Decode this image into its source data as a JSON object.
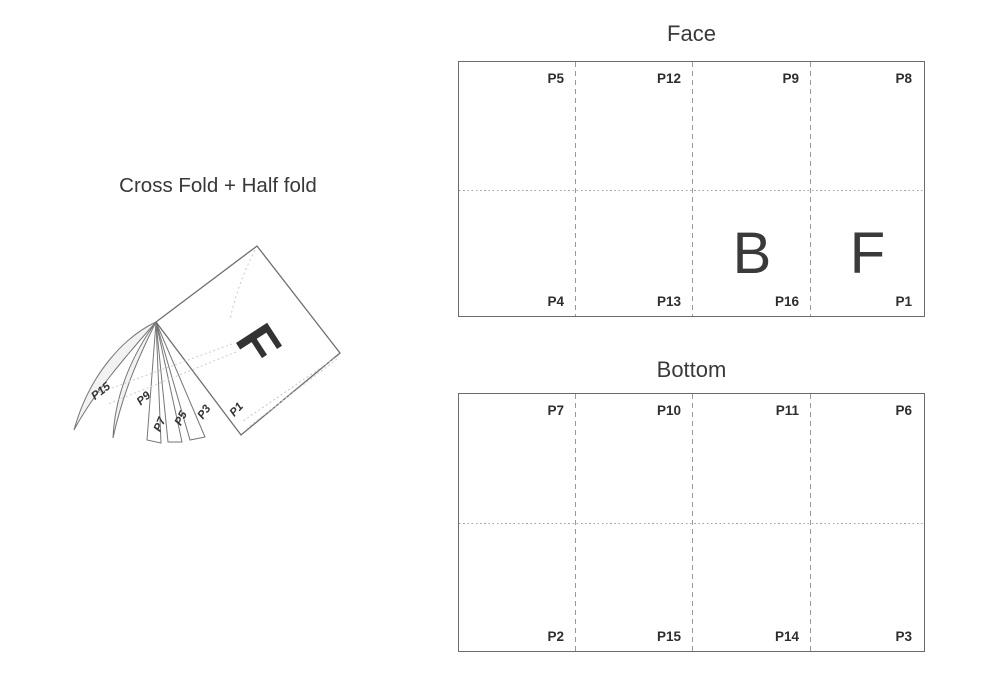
{
  "diagram": {
    "title": "Cross Fold + Half fold",
    "front_letter": "F",
    "leaf_labels": [
      "P15",
      "P9",
      "P7",
      "P5",
      "P3",
      "P1"
    ]
  },
  "face": {
    "title": "Face",
    "top_row": [
      "P5",
      "P12",
      "P9",
      "P8"
    ],
    "bottom_row": [
      "P4",
      "P13",
      "P16",
      "P1"
    ],
    "back_letter": "B",
    "front_letter": "F"
  },
  "bottom": {
    "title": "Bottom",
    "top_row": [
      "P7",
      "P10",
      "P11",
      "P6"
    ],
    "bottom_row": [
      "P2",
      "P15",
      "P14",
      "P3"
    ]
  },
  "colors": {
    "text": "#333333",
    "grid_border": "#6b6b6b",
    "fold_line": "#999999",
    "illustration_stroke": "#6e6e6e",
    "leaf_fill": "#f2f2f2",
    "crease_dotted": "#c8c8c8"
  }
}
